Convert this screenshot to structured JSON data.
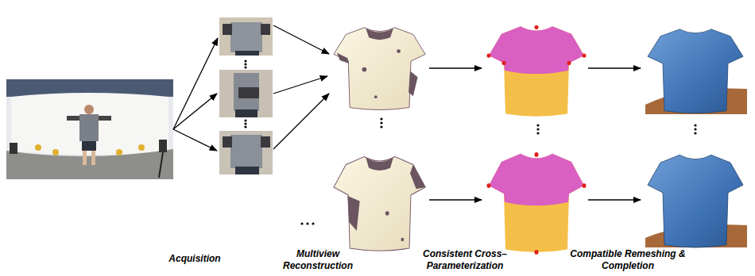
{
  "diagram": {
    "labels": [
      "Acquisition",
      "Multiview Reconstruction",
      "Consistent Cross–Parameterization",
      "Compatible Remeshing & Completion"
    ]
  }
}
